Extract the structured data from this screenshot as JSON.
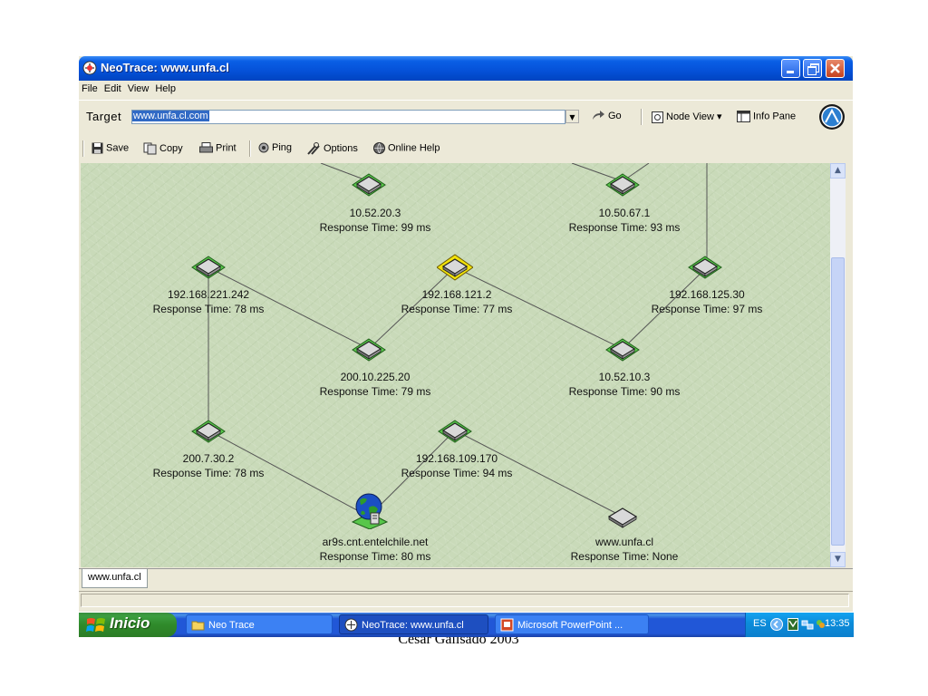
{
  "window": {
    "title": "NeoTrace: www.unfa.cl"
  },
  "menu": [
    "File",
    "Edit",
    "View",
    "Help"
  ],
  "address_bar": {
    "label": "Target",
    "value": "www.unfa.cl.com",
    "go_label": "Go",
    "node_view_label": "Node View",
    "info_pane_label": "Info Pane"
  },
  "toolbar": {
    "save": "Save",
    "copy": "Copy",
    "print": "Print",
    "ping": "Ping",
    "options": "Options",
    "online_help": "Online Help"
  },
  "nodes": [
    {
      "ip": "10.52.20.3",
      "response": "Response Time: 99 ms",
      "highlight": false
    },
    {
      "ip": "10.50.67.1",
      "response": "Response Time: 93 ms",
      "highlight": false
    },
    {
      "ip": "192.168.221.242",
      "response": "Response Time: 78 ms",
      "highlight": false
    },
    {
      "ip": "192.168.121.2",
      "response": "Response Time: 77 ms",
      "highlight": true
    },
    {
      "ip": "192.168.125.30",
      "response": "Response Time: 97 ms",
      "highlight": false
    },
    {
      "ip": "200.10.225.20",
      "response": "Response Time: 79 ms",
      "highlight": false
    },
    {
      "ip": "10.52.10.3",
      "response": "Response Time: 90 ms",
      "highlight": false
    },
    {
      "ip": "200.7.30.2",
      "response": "Response Time: 78 ms",
      "highlight": false
    },
    {
      "ip": "192.168.109.170",
      "response": "Response Time: 94 ms",
      "highlight": false
    },
    {
      "ip": "ar9s.cnt.entelchile.net",
      "response": "Response Time: 80 ms",
      "highlight": false,
      "globe": true
    },
    {
      "ip": "www.unfa.cl",
      "response": "Response Time: None",
      "highlight": false,
      "plain": true
    }
  ],
  "tab_label": "www.unfa.cl",
  "taskbar": {
    "start_label": "Inicio",
    "tasks": [
      "Neo Trace",
      "NeoTrace: www.unfa.cl",
      "Microsoft PowerPoint ..."
    ],
    "language": "ES",
    "clock": "13:35"
  },
  "footer_text": "César Galisado 2003",
  "colors": {
    "canvas_bg": "#c9dab9",
    "node_green": "#58c64a",
    "node_highlight": "#f2e20a",
    "titlebar_blue": "#0551d8"
  }
}
